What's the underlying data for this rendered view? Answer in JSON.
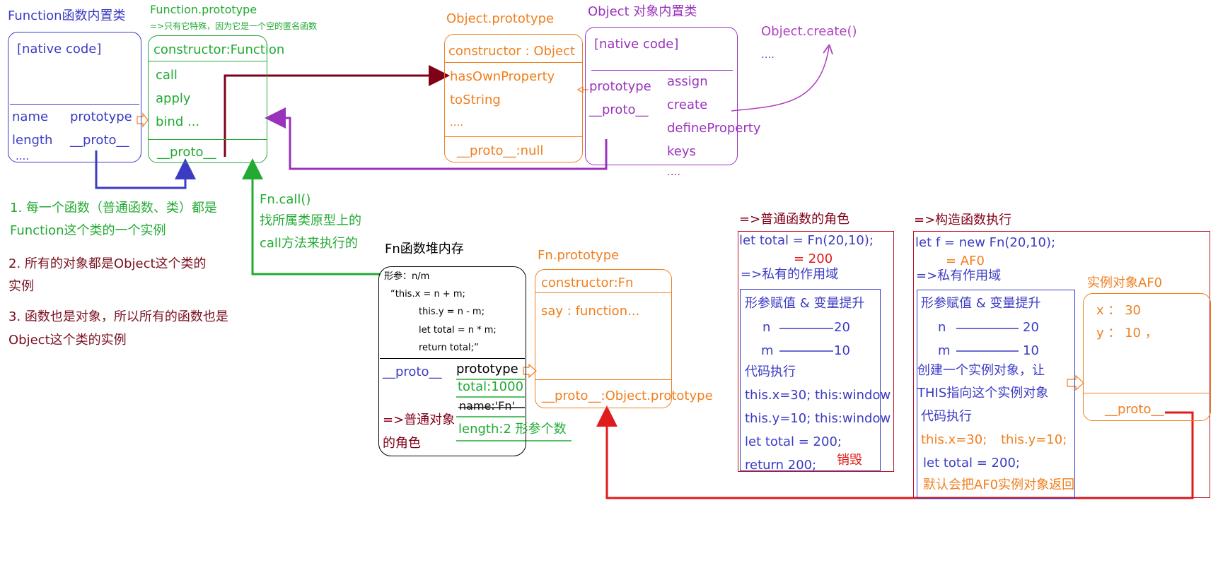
{
  "colors": {
    "function": "#3b3bc4",
    "function_proto": "#22aa33",
    "object_proto": "#f07f1e",
    "object": "#9933bb",
    "note": "#7a1020",
    "red": "#e01b1b",
    "dark_red": "#800018",
    "black": "#000000"
  },
  "function_builtin": {
    "title": "Function函数内置类",
    "native": "[native code]",
    "name": "name",
    "prototype": "prototype",
    "length": "length",
    "proto": "__proto__",
    "more": "...."
  },
  "function_prototype": {
    "title": "Function.prototype",
    "note": "=>只有它特殊，因为它是一个空的匿名函数",
    "constructor": "constructor:Function",
    "methods": [
      "call",
      "apply",
      "bind ..."
    ],
    "proto": "__proto__"
  },
  "object_prototype": {
    "title": "Object.prototype",
    "constructor": "constructor : Object",
    "methods": [
      "hasOwnProperty",
      "toString",
      "...."
    ],
    "proto": "__proto__:null"
  },
  "object_builtin": {
    "title": "Object 对象内置类",
    "native": "[native code]",
    "prototype": "prototype",
    "proto": "__proto__",
    "methods": [
      "assign",
      "create",
      "defineProperty",
      "keys",
      "...."
    ]
  },
  "object_create": {
    "label": "Object.create()",
    "more": "...."
  },
  "notes": {
    "n1_line1": "1. 每一个函数（普通函数、类）都是",
    "n1_line2": "Function这个类的一个实例",
    "n2_line1": "2. 所有的对象都是Object这个类的",
    "n2_line2": "实例",
    "n3_line1": "3. 函数也是对象，所以所有的函数也是",
    "n3_line2": "Object这个类的实例"
  },
  "fn_call": {
    "line1": "Fn.call()",
    "line2": "找所属类原型上的",
    "line3": "call方法来执行的"
  },
  "fn_heap": {
    "title": "Fn函数堆内存",
    "code": [
      "形参：n/m",
      "“this.x = n + m;",
      "this.y = n - m;",
      "let total = n * m;",
      "return total;”"
    ],
    "proto": "__proto__",
    "prototype": "prototype",
    "props": [
      "total:1000",
      "name:'Fn'",
      "length:2 形参个数"
    ],
    "role_line1": "=>普通对象",
    "role_line2": "的角色"
  },
  "fn_prototype": {
    "title": "Fn.prototype",
    "constructor": "constructor:Fn",
    "say": "say : function...",
    "proto": "__proto__:Object.prototype"
  },
  "normal_role": {
    "title": "=>普通函数的角色",
    "call": "let total = Fn(20,10);",
    "result": "= 200",
    "scope": "=>私有的作用域",
    "lines": [
      "形参赋值 & 变量提升",
      "n",
      "20",
      "m",
      "10",
      "代码执行",
      "this.x=30;  this:window",
      "this.y=10;  this:window",
      "let total = 200;",
      "return 200;"
    ],
    "destroy": "销毁"
  },
  "constructor_role": {
    "title": "=>构造函数执行",
    "call": "let f = new Fn(20,10);",
    "result": "= AF0",
    "scope": "=>私有作用域",
    "lines": [
      "形参赋值 & 变量提升",
      "n",
      "20",
      "m",
      "10",
      "创建一个实例对象，让",
      "THIS指向这个实例对象",
      "代码执行"
    ],
    "this_x": "this.x=30;",
    "this_y": "this.y=10;",
    "total": "let total = 200;",
    "default_return": "默认会把AF0实例对象返回",
    "instance_title": "实例对象AF0",
    "x": "x  ：  30",
    "y": "y  ：  10 ，",
    "proto": "__proto__"
  }
}
